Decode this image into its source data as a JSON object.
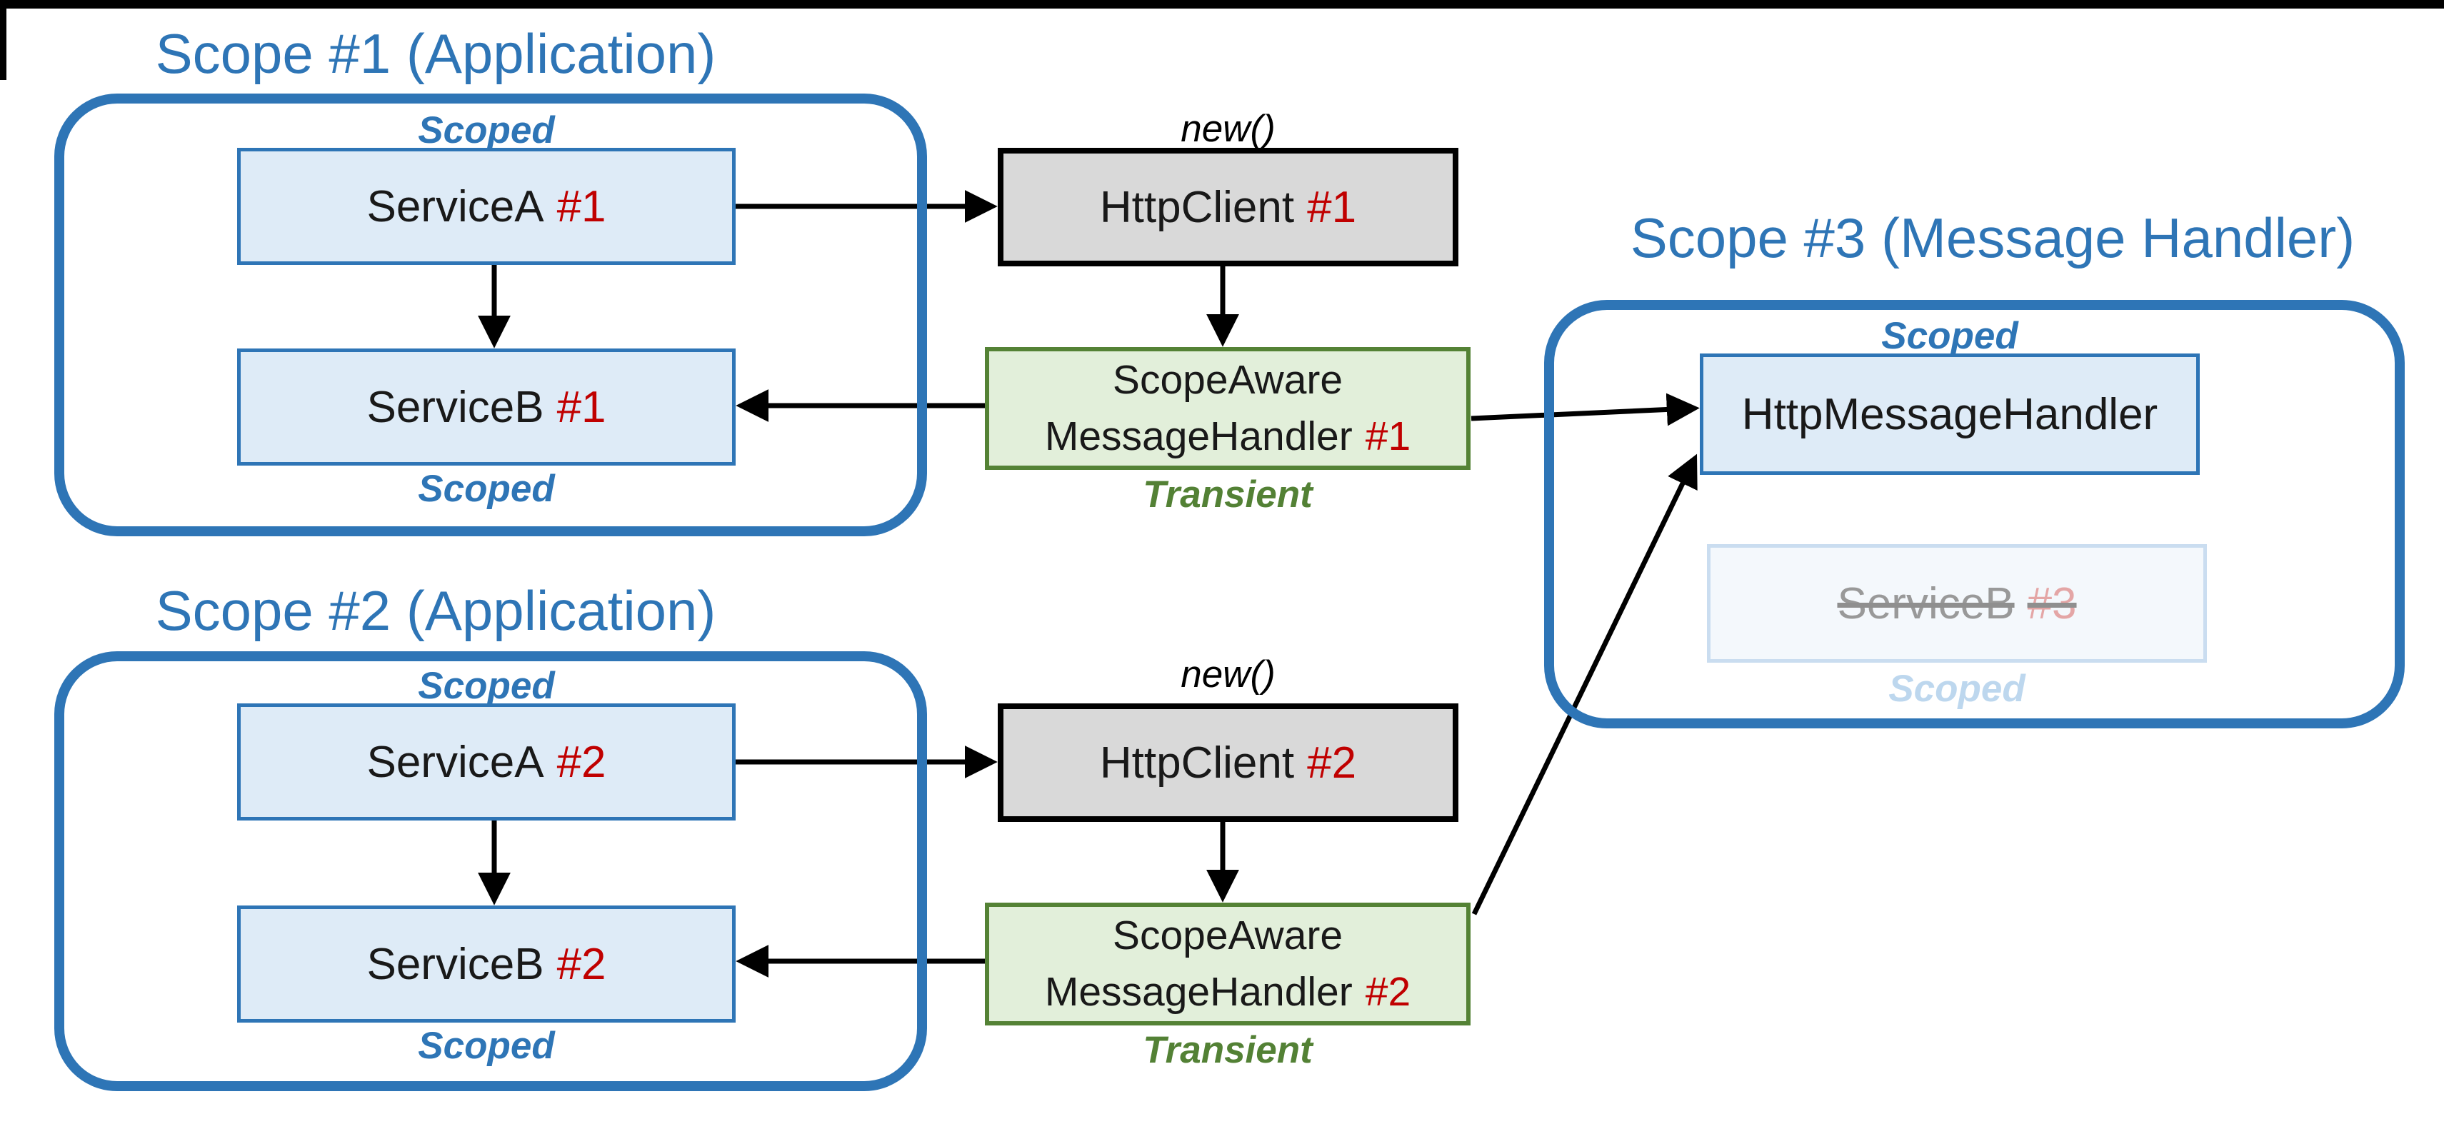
{
  "palette": {
    "blue": "#2E75B6",
    "light_blue_fill": "#DEEBF7",
    "gray_fill": "#D9D9D9",
    "green_fill": "#E2EFDA",
    "green_border": "#548235",
    "green_text": "#538135",
    "red": "#C00000",
    "faded_fill": "#F4F8FC",
    "faded_border": "#CADDF0",
    "faded_text": "#999999",
    "faded_red": "#E4A6A6",
    "faded_blue": "#BDD7EE",
    "black": "#000000"
  },
  "scope1": {
    "title": "Scope #1 (Application)",
    "scoped_top": "Scoped",
    "scoped_bottom": "Scoped",
    "service_a": {
      "name": "ServiceA",
      "instance": "#1"
    },
    "service_b": {
      "name": "ServiceB",
      "instance": "#1"
    }
  },
  "scope2": {
    "title": "Scope #2 (Application)",
    "scoped_top": "Scoped",
    "scoped_bottom": "Scoped",
    "service_a": {
      "name": "ServiceA",
      "instance": "#2"
    },
    "service_b": {
      "name": "ServiceB",
      "instance": "#2"
    }
  },
  "scope3": {
    "title": "Scope #3 (Message Handler)",
    "scoped_top": "Scoped",
    "handler": {
      "name": "HttpMessageHandler"
    },
    "faded": {
      "name": "ServiceB",
      "instance": "#3",
      "scoped": "Scoped"
    }
  },
  "client1": {
    "annotation": "new()",
    "name": "HttpClient",
    "instance": "#1"
  },
  "client2": {
    "annotation": "new()",
    "name": "HttpClient",
    "instance": "#2"
  },
  "handler1": {
    "line1": "ScopeAware",
    "line2": "MessageHandler",
    "instance": "#1",
    "lifetime": "Transient"
  },
  "handler2": {
    "line1": "ScopeAware",
    "line2": "MessageHandler",
    "instance": "#2",
    "lifetime": "Transient"
  }
}
